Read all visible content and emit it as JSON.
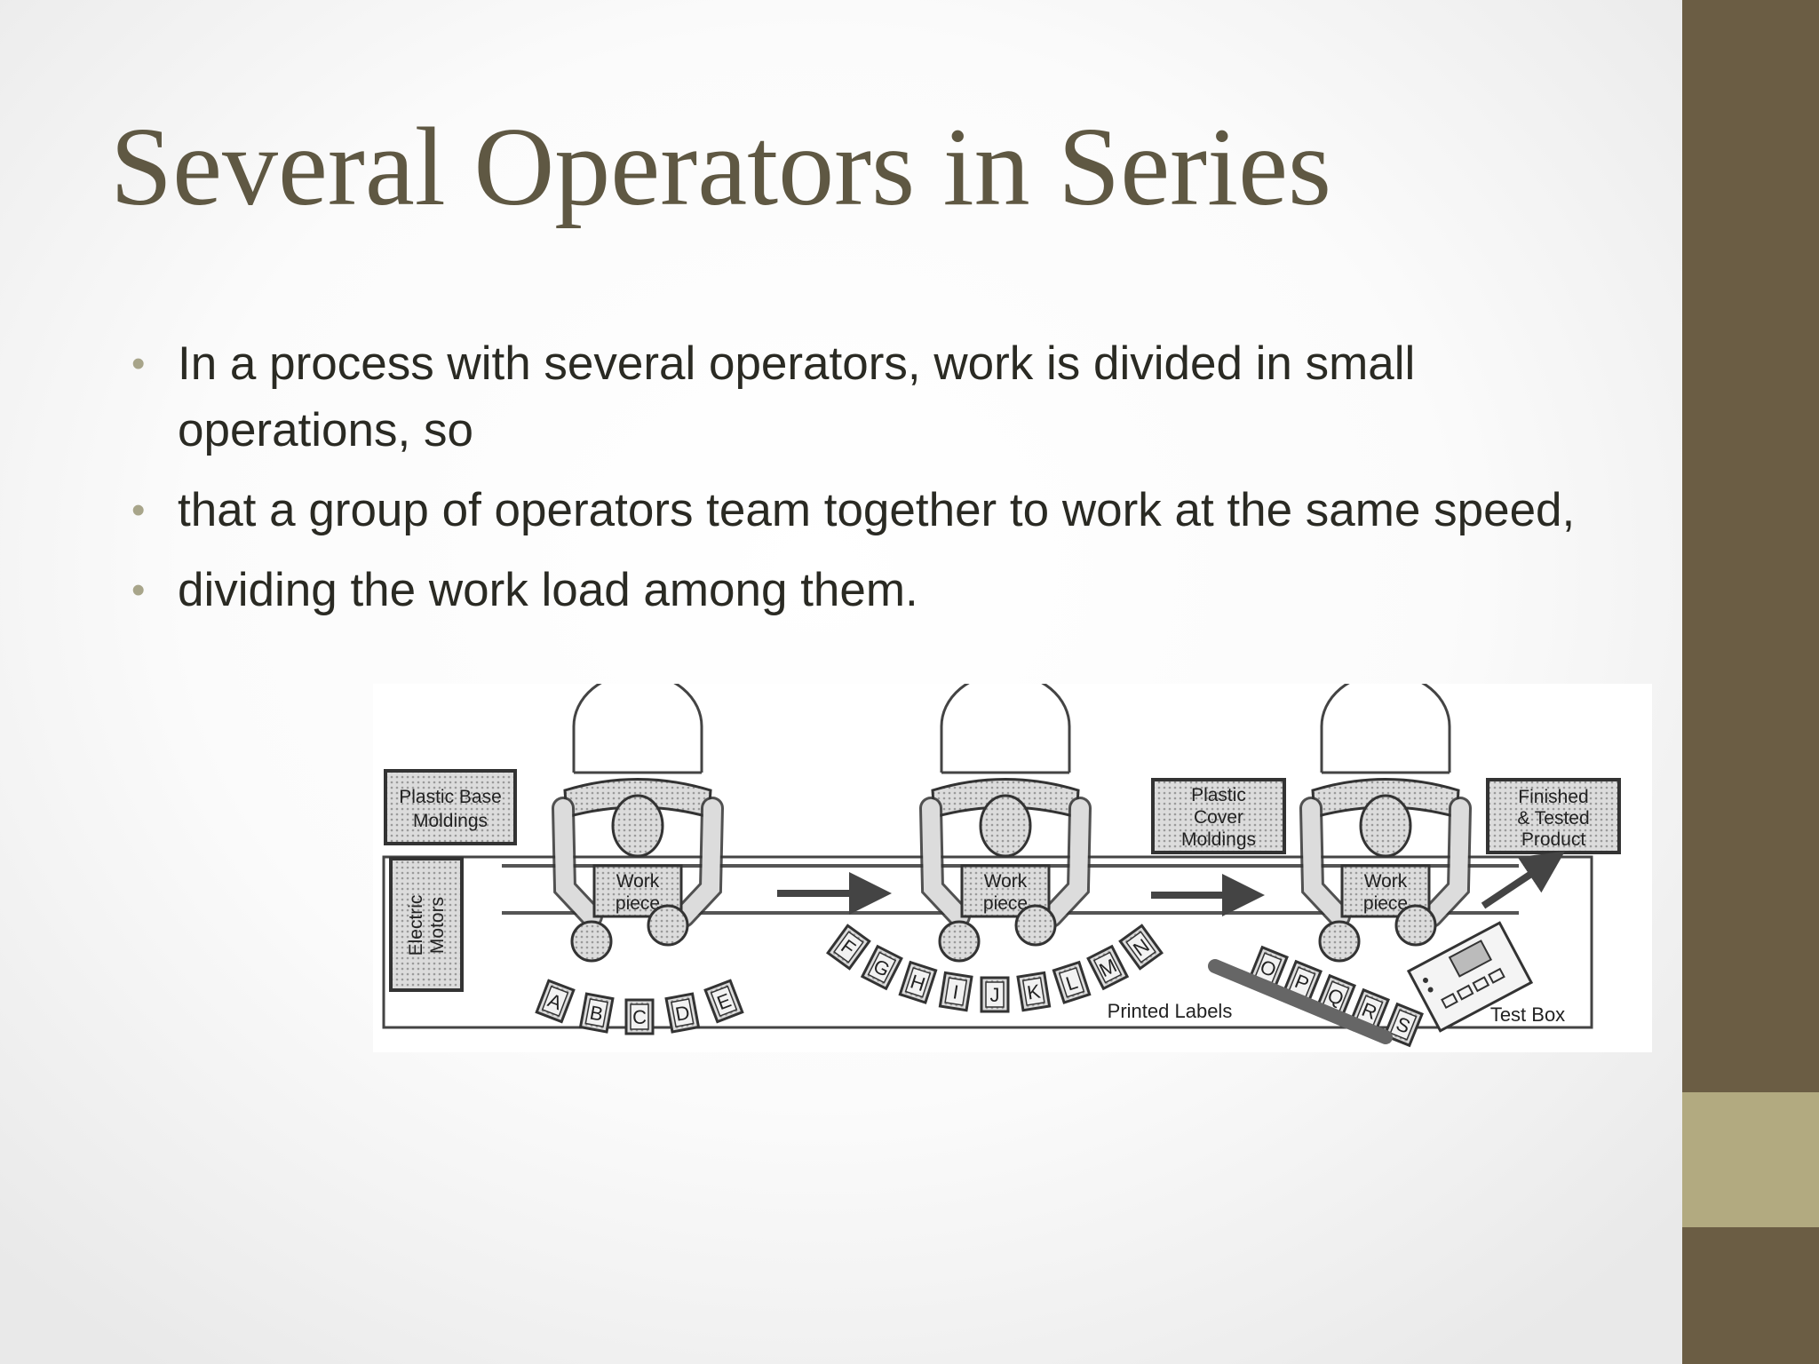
{
  "slide": {
    "title": "Several Operators in Series",
    "bullets": [
      "In a process with several operators, work is divided in small operations, so",
      "that a group of operators team together to work at the same speed,",
      "dividing the work load among them."
    ],
    "colors": {
      "title": "#5f5843",
      "bullet_dot": "#a8a58a",
      "band": "#6b5d44",
      "band_accent": "#b2aa80"
    }
  },
  "diagram": {
    "bins": {
      "plastic_base_line1": "Plastic Base",
      "plastic_base_line2": "Moldings",
      "electric_motors_line1": "Electric",
      "electric_motors_line2": "Motors",
      "plastic_cover_line1": "Plastic",
      "plastic_cover_line2": "Cover",
      "plastic_cover_line3": "Moldings",
      "finished_line1": "Finished",
      "finished_line2": "& Tested",
      "finished_line3": "Product"
    },
    "workpiece_line1": "Work",
    "workpiece_line2": "piece",
    "labels_group1": [
      "A",
      "B",
      "C",
      "D",
      "E"
    ],
    "labels_group2": [
      "F",
      "G",
      "H",
      "I",
      "J",
      "K",
      "L",
      "M",
      "N"
    ],
    "labels_group3": [
      "O",
      "P",
      "Q",
      "R",
      "S"
    ],
    "printed_labels": "Printed Labels",
    "test_box": "Test Box"
  }
}
